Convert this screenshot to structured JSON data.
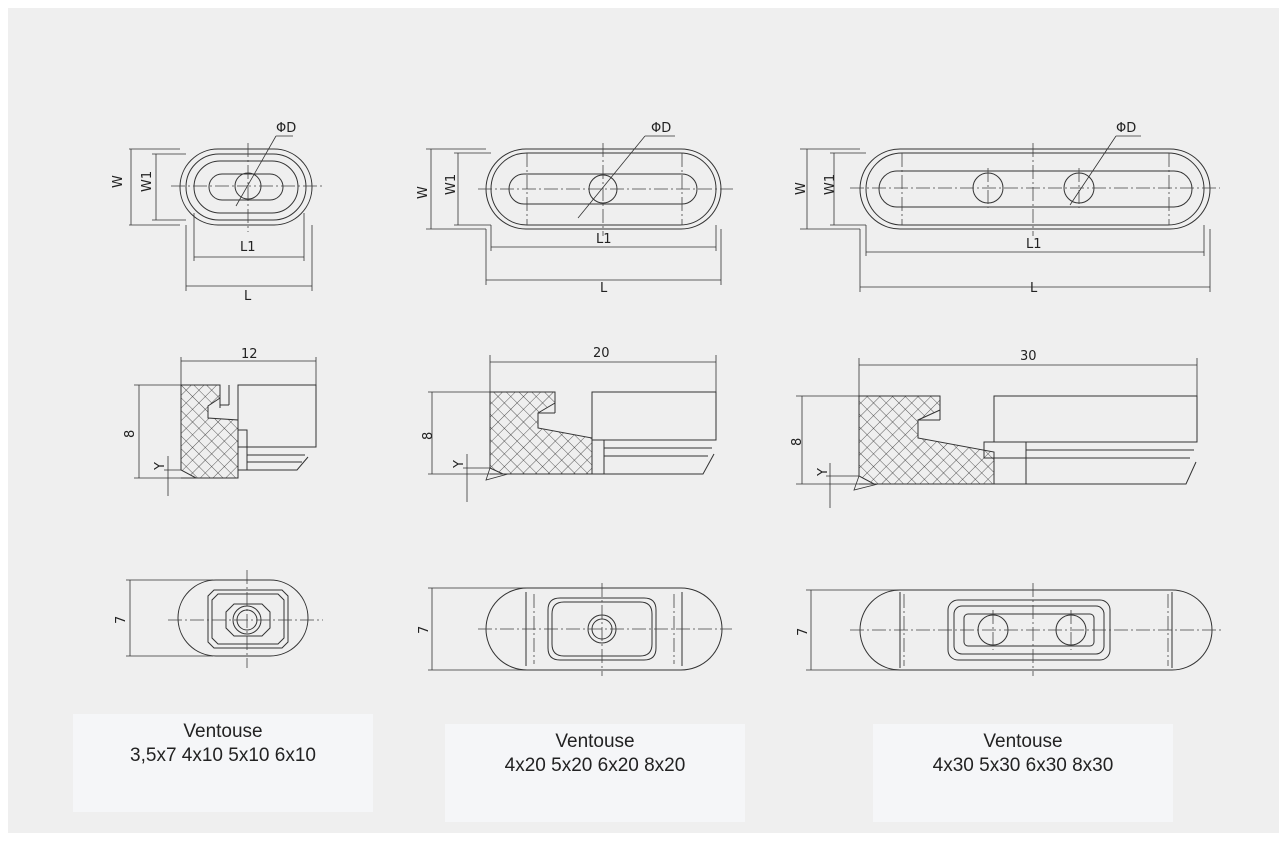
{
  "labels": {
    "diameter": "ΦD",
    "width": "W",
    "inner_width": "W1",
    "length": "L",
    "inner_length": "L1",
    "height": "8",
    "lip": "Y",
    "base_height": "7"
  },
  "lengths": [
    "12",
    "20",
    "30"
  ],
  "captions": [
    {
      "title": "Ventouse",
      "sizes": "3,5x7 4x10 5x10 6x10"
    },
    {
      "title": "Ventouse",
      "sizes": "4x20 5x20 6x20 8x20"
    },
    {
      "title": "Ventouse",
      "sizes": "4x30 5x30 6x30 8x30"
    }
  ],
  "colors": {
    "background": "#efefef",
    "line": "#333333",
    "caption_bg": "#f5f6f8"
  }
}
